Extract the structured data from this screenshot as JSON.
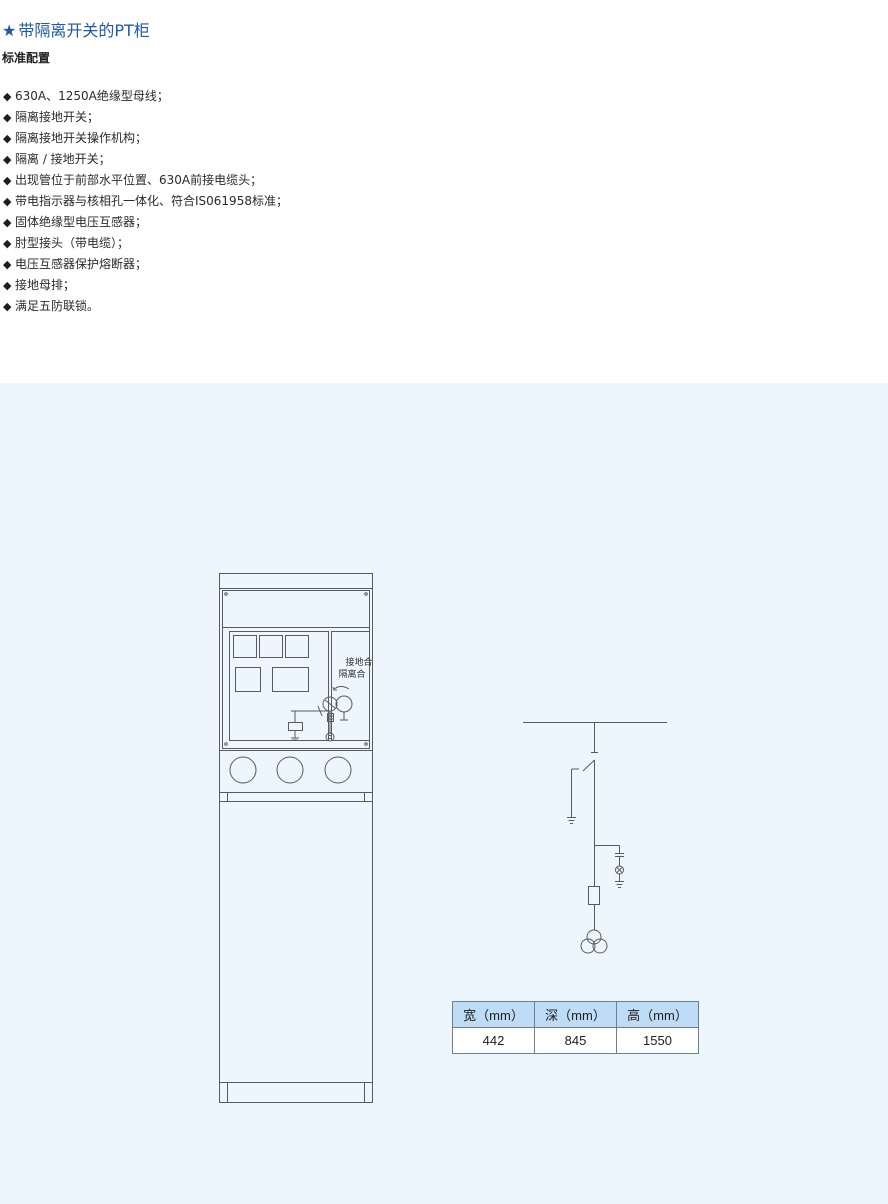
{
  "header": {
    "star": "★",
    "title": "带隔离开关的PT柜",
    "subtitle": "标准配置"
  },
  "bullet_symbol": "◆",
  "features": [
    "630A、1250A绝缘型母线；",
    "隔离接地开关；",
    "隔离接地开关操作机构；",
    "隔离 / 接地开关；",
    "出现管位于前部水平位置、630A前接电缆头；",
    "带电指示器与核相孔一体化、符合IS061958标准；",
    "固体绝缘型电压互感器；",
    "肘型接头（带电缆）；",
    "电压互感器保护熔断器；",
    "接地母排；",
    "满足五防联锁。"
  ],
  "cabinet": {
    "label_line1": "接地合",
    "label_line2": "隔离合"
  },
  "dimensions": {
    "headers": [
      "宽（mm）",
      "深（mm）",
      "高（mm）"
    ],
    "values": [
      "442",
      "845",
      "1550"
    ]
  },
  "colors": {
    "title": "#1e5aa6",
    "panel_background": "#eef6fd",
    "table_header": "#bfdcf6",
    "line": "#5a5a5a"
  }
}
